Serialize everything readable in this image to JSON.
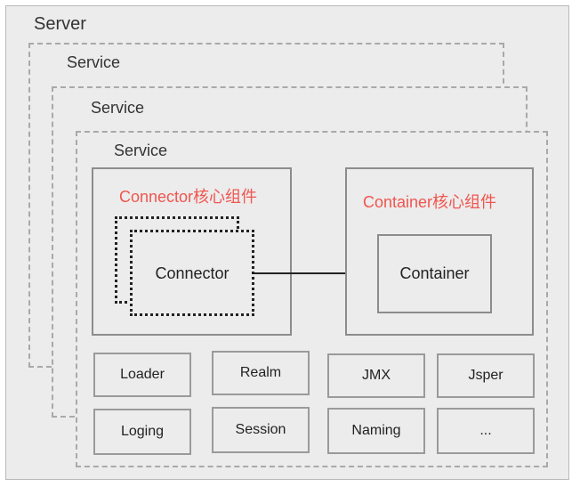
{
  "server": {
    "title": "Server"
  },
  "services": [
    {
      "title": "Service"
    },
    {
      "title": "Service"
    },
    {
      "title": "Service"
    }
  ],
  "connector_core": {
    "title": "Connector核心组件",
    "component": "Connector"
  },
  "container_core": {
    "title": "Container核心组件",
    "component": "Container"
  },
  "components": {
    "loader": "Loader",
    "realm": "Realm",
    "jmx": "JMX",
    "jsper": "Jsper",
    "loging": "Loging",
    "session": "Session",
    "naming": "Naming",
    "more": "..."
  },
  "colors": {
    "core_title": "#f0554f",
    "background": "#ececec",
    "dashed_border": "#a9a9a9",
    "solid_border": "#8c8c8c"
  }
}
